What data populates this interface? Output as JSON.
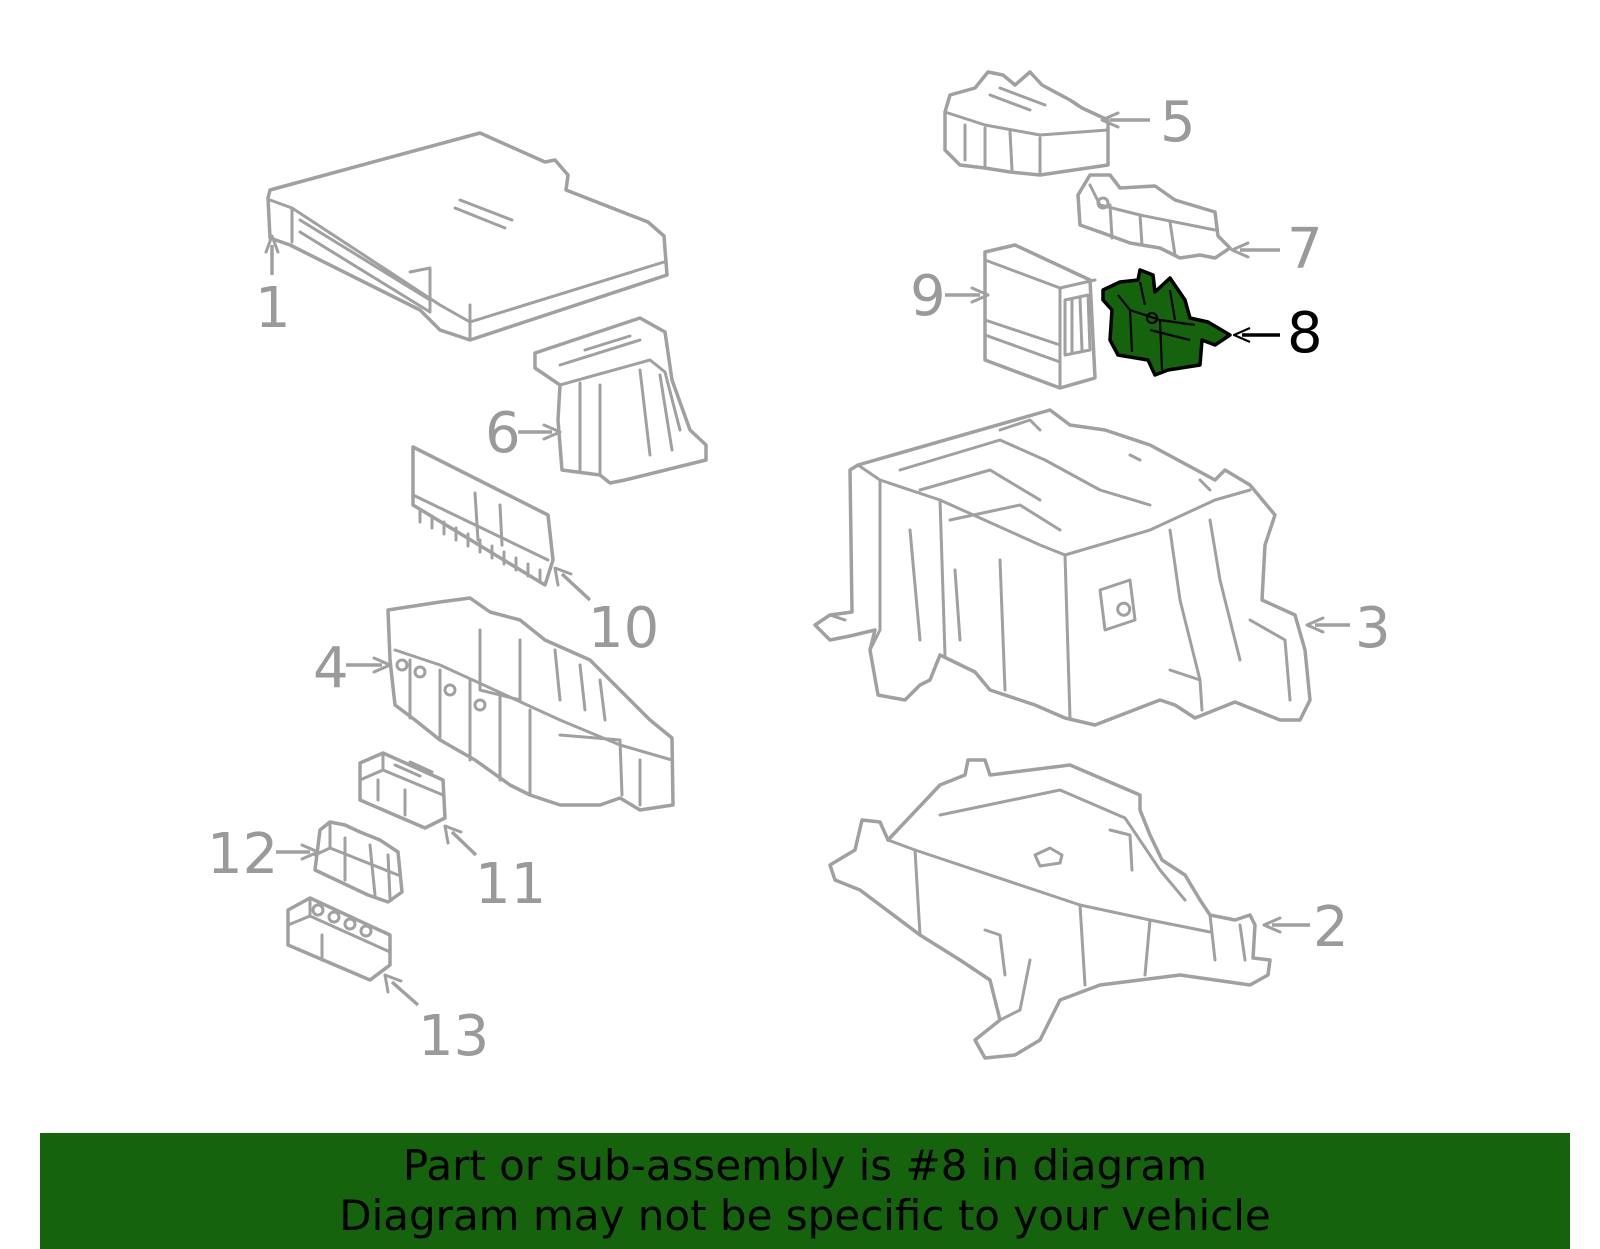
{
  "diagram": {
    "highlight_color": "#15630d",
    "line_color": "#a0a0a0",
    "highlighted_part": "8",
    "callouts": [
      "1",
      "2",
      "3",
      "4",
      "5",
      "6",
      "7",
      "8",
      "9",
      "10",
      "11",
      "12",
      "13"
    ]
  },
  "banner": {
    "line1": "Part or sub-assembly is #8 in diagram",
    "line2": "Diagram may not be specific to your vehicle",
    "background": "#15630d"
  }
}
